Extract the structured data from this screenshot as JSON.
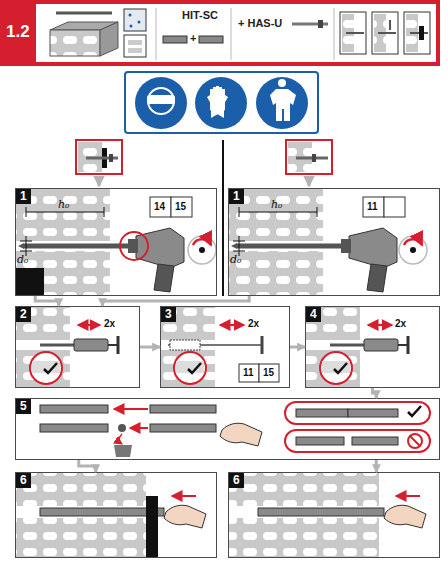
{
  "diagram": {
    "nodes": [
      {
        "text": [
          "1.2"
        ]
      },
      {
        "text": [
          "HIT-SC",
          "+",
          "+ HAS-U"
        ],
        "in": 0
      },
      {
        "text": [
          "1"
        ]
      },
      {
        "text": [
          "1"
        ]
      },
      {
        "text": [
          "2"
        ]
      },
      {
        "text": [
          "3"
        ]
      },
      {
        "text": [
          "4"
        ]
      },
      {
        "text": [
          "5"
        ]
      },
      {
        "text": [
          "6"
        ]
      },
      {
        "text": [
          "6"
        ]
      }
    ],
    "edges": [
      {
        "from": 2,
        "to": 4,
        "arrow": "to"
      },
      {
        "from": 3,
        "to": 4,
        "arrow": "to"
      },
      {
        "from": 4,
        "to": 5,
        "arrow": "to"
      },
      {
        "from": 5,
        "to": 6,
        "arrow": "to"
      },
      {
        "from": 6,
        "to": 7,
        "arrow": "to"
      },
      {
        "from": 7,
        "to": 8,
        "arrow": "to"
      },
      {
        "from": 7,
        "to": 9,
        "arrow": "to"
      }
    ],
    "labels": [
      "h₀",
      "14",
      "15",
      "d₀",
      "h₀",
      "11",
      "d₀",
      "2x",
      "2x",
      "11",
      "15",
      "2x"
    ]
  }
}
